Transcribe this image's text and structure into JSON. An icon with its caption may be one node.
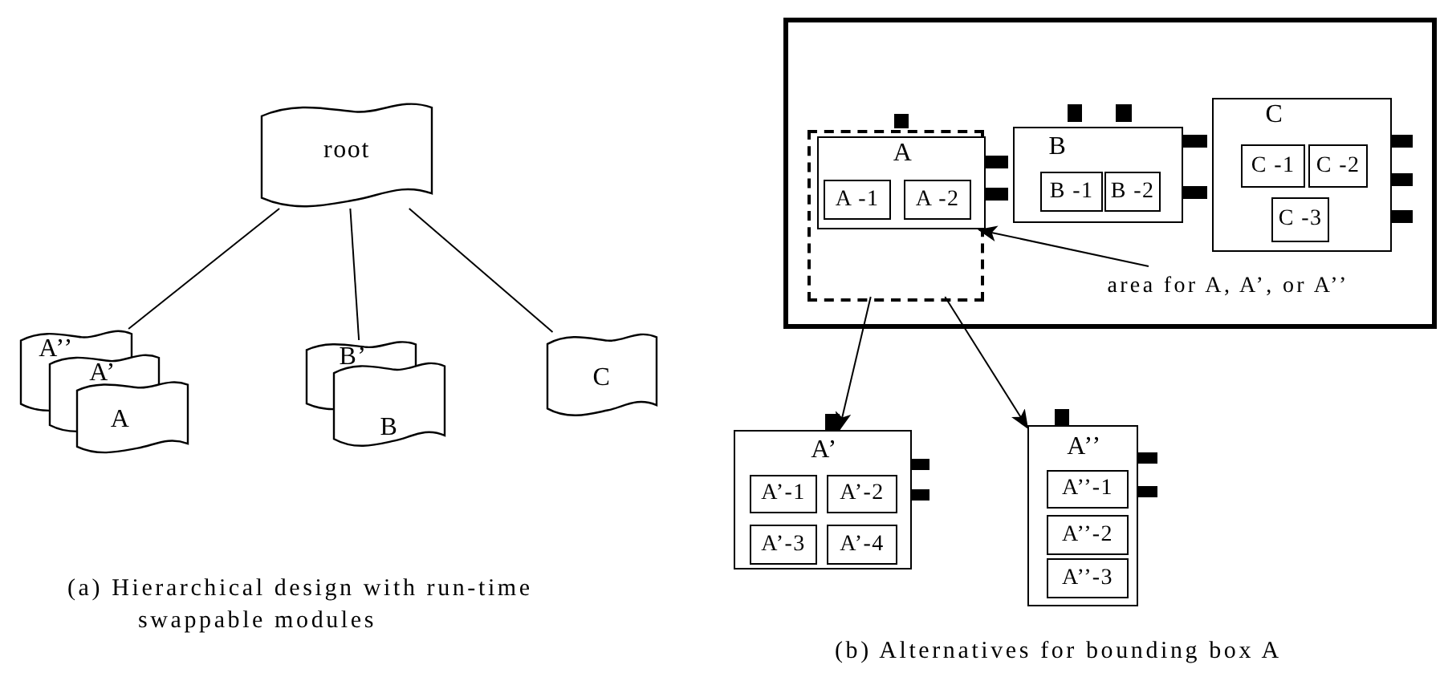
{
  "diagram": {
    "nodes": [
      {
        "text": [
          "root"
        ]
      },
      {
        "text": [
          "A’’"
        ]
      },
      {
        "text": [
          "A’"
        ]
      },
      {
        "text": [
          "A"
        ]
      },
      {
        "text": [
          "B’"
        ]
      },
      {
        "text": [
          "B"
        ]
      },
      {
        "text": [
          "C"
        ]
      },
      {
        "text": [],
        "shape": "box"
      },
      {
        "text": [],
        "shape": "box",
        "in": 7
      },
      {
        "text": [
          "A"
        ],
        "in": 8
      },
      {
        "text": [
          "A -1"
        ],
        "in": 9
      },
      {
        "text": [
          "A -2"
        ],
        "in": 9
      },
      {
        "text": [
          "B"
        ],
        "in": 7
      },
      {
        "text": [
          "B -1"
        ],
        "in": 12
      },
      {
        "text": [
          "B -2"
        ],
        "in": 12
      },
      {
        "text": [
          "C"
        ],
        "in": 7
      },
      {
        "text": [
          "C -1"
        ],
        "in": 15
      },
      {
        "text": [
          "C -2"
        ],
        "in": 15
      },
      {
        "text": [
          "C -3"
        ],
        "in": 15
      },
      {
        "text": [
          "area for A, A’, or A’’"
        ],
        "in": 7
      },
      {
        "text": [
          "A’"
        ]
      },
      {
        "text": [
          "A’-1"
        ],
        "in": 20
      },
      {
        "text": [
          "A’-2"
        ],
        "in": 20
      },
      {
        "text": [
          "A’-3"
        ],
        "in": 20
      },
      {
        "text": [
          "A’-4"
        ],
        "in": 20
      },
      {
        "text": [
          "A’’"
        ]
      },
      {
        "text": [
          "A’’-1"
        ],
        "in": 25
      },
      {
        "text": [
          "A’’-2"
        ],
        "in": 25
      },
      {
        "text": [
          "A’’-3"
        ],
        "in": 25
      }
    ],
    "edges": [
      {
        "from": 0,
        "to": 1,
        "arrow": "none"
      },
      {
        "from": 0,
        "to": 4,
        "arrow": "none"
      },
      {
        "from": 0,
        "to": 6,
        "arrow": "none"
      },
      {
        "from": 9,
        "to": 12,
        "arrow": "none",
        "style": "thick"
      },
      {
        "from": 9,
        "to": 12,
        "arrow": "none",
        "style": "thick"
      },
      {
        "from": 12,
        "to": 15,
        "arrow": "none",
        "style": "thick"
      },
      {
        "from": 12,
        "to": 15,
        "arrow": "none",
        "style": "thick"
      },
      {
        "from": 19,
        "to": 8,
        "arrow": "to"
      },
      {
        "from": 8,
        "to": 20,
        "arrow": "to"
      },
      {
        "from": 8,
        "to": 25,
        "arrow": "to"
      }
    ],
    "labels": [
      "(a) Hierarchical design with run-time swappable modules",
      "(b) Alternatives for bounding box A"
    ]
  }
}
